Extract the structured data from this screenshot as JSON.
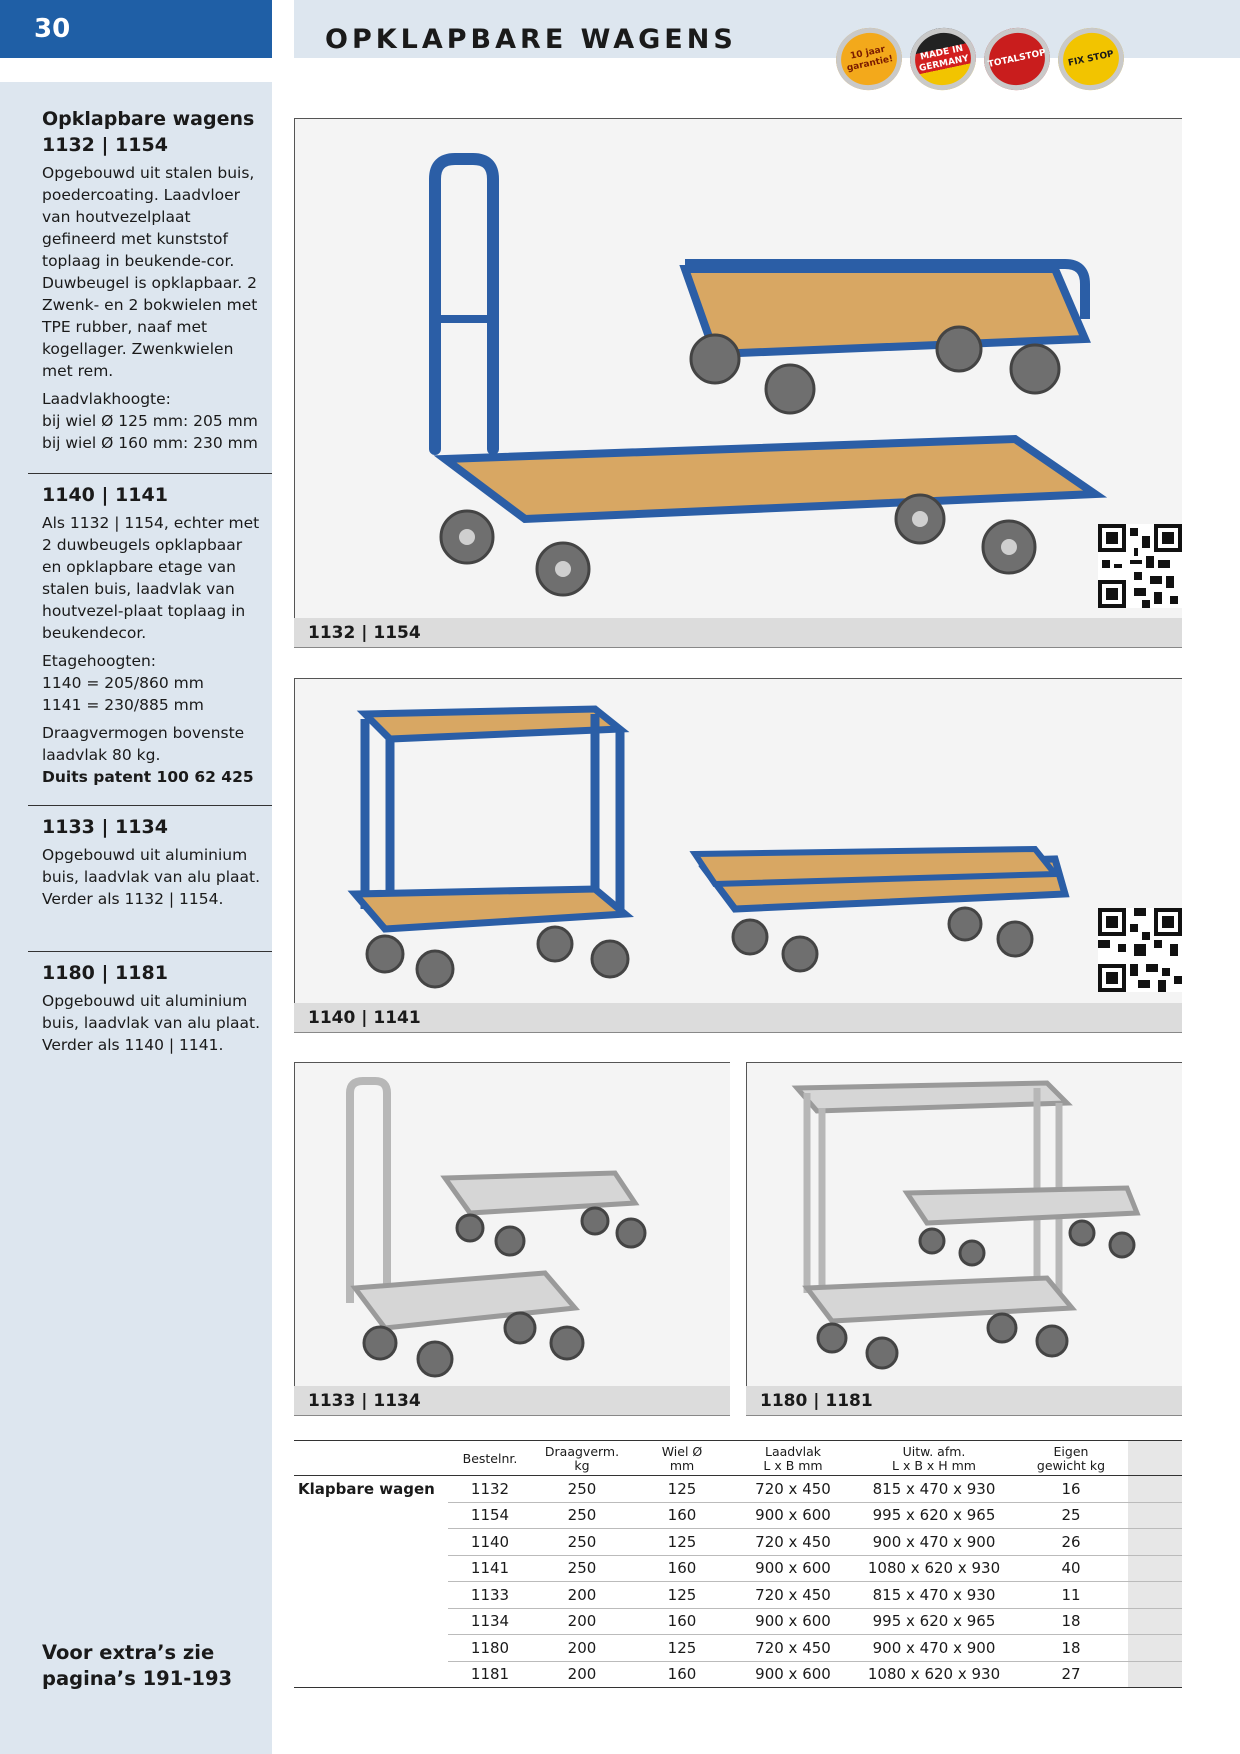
{
  "page_number": "30",
  "header_title": "OPKLAPBARE WAGENS",
  "badges": [
    "10 jaar garantie!",
    "MADE IN GERMANY",
    "TOTALSTOP",
    "FIX STOP"
  ],
  "colors": {
    "brand_blue": "#1f5fa6",
    "sidebar_bg": "#dde6ef",
    "caption_bg": "#dcdcdc"
  },
  "sections": [
    {
      "title": "Opklapbare wagens\n1132 | 1154",
      "paragraphs": [
        "Opgebouwd uit stalen buis, poedercoating. Laadvloer van houtvezelplaat gefineerd met kunststof toplaag in beukende-cor. Duwbeugel is opklapbaar. 2 Zwenk- en 2 bokwielen met TPE rubber, naaf met kogellager. Zwenkwielen met rem.",
        "Laadvlakhoogte:\nbij wiel Ø 125 mm: 205 mm\nbij wiel Ø 160 mm: 230 mm"
      ]
    },
    {
      "title": "1140 | 1141",
      "paragraphs": [
        "Als 1132 | 1154, echter met 2 duwbeugels opklapbaar en opklapbare etage van stalen buis, laadvlak van houtvezel-plaat toplaag in beukendecor.",
        "Etagehoogten:\n1140 = 205/860 mm\n1141 = 230/885 mm",
        "Draagvermogen bovenste laadvlak 80 kg."
      ],
      "bold_note": "Duits patent 100 62 425"
    },
    {
      "title": "1133 | 1134",
      "paragraphs": [
        "Opgebouwd uit aluminium buis, laadvlak van alu plaat. Verder als 1132 | 1154."
      ]
    },
    {
      "title": "1180 | 1181",
      "paragraphs": [
        "Opgebouwd uit aluminium buis, laadvlak van alu plaat. Verder als 1140 | 1141."
      ]
    }
  ],
  "extras_note": "Voor extra’s zie\npagina’s 191-193",
  "photos": [
    {
      "caption": "1132 | 1154",
      "material": "blue-steel",
      "variant": "flat"
    },
    {
      "caption": "1140 | 1141",
      "material": "blue-steel",
      "variant": "etage"
    },
    {
      "caption": "1133 | 1134",
      "material": "aluminium",
      "variant": "flat"
    },
    {
      "caption": "1180 | 1181",
      "material": "aluminium",
      "variant": "etage"
    }
  ],
  "table": {
    "headers": [
      "Bestelnr.",
      "Draagverm.\nkg",
      "Wiel Ø\nmm",
      "Laadvlak\nL x B mm",
      "Uitw. afm.\nL x B x H mm",
      "Eigen\ngewicht kg"
    ],
    "row_label": "Klapbare wagen",
    "rows": [
      [
        "1132",
        "250",
        "125",
        "720 x 450",
        "815 x 470 x 930",
        "16"
      ],
      [
        "1154",
        "250",
        "160",
        "900 x 600",
        "995 x 620 x 965",
        "25"
      ],
      [
        "1140",
        "250",
        "125",
        "720 x 450",
        "900 x 470 x 900",
        "26"
      ],
      [
        "1141",
        "250",
        "160",
        "900 x 600",
        "1080 x 620 x 930",
        "40"
      ],
      [
        "1133",
        "200",
        "125",
        "720 x 450",
        "815 x 470 x 930",
        "11"
      ],
      [
        "1134",
        "200",
        "160",
        "900 x 600",
        "995 x 620 x 965",
        "18"
      ],
      [
        "1180",
        "200",
        "125",
        "720 x 450",
        "900 x 470 x 900",
        "18"
      ],
      [
        "1181",
        "200",
        "160",
        "900 x 600",
        "1080 x 620 x 930",
        "27"
      ]
    ]
  }
}
